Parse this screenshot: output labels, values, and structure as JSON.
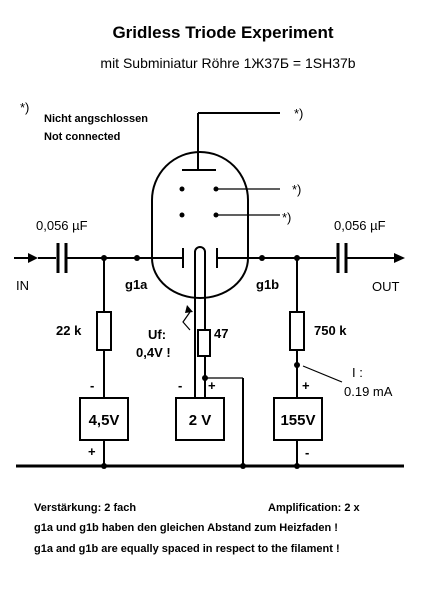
{
  "title": "Gridless Triode Experiment",
  "subtitle": "mit Subminiatur Röhre 1Ж37Б  =  1SH37b",
  "note": {
    "marker": "*)",
    "de": "Nicht angschlossen",
    "en": "Not connected"
  },
  "capacitor_in": {
    "value": "0,056 µF"
  },
  "capacitor_out": {
    "value": "0,056 µF"
  },
  "io": {
    "input": "IN",
    "output": "OUT"
  },
  "grids": {
    "g1a": "g1a",
    "g1b": "g1b"
  },
  "resistors": {
    "r_g1a": "22 k",
    "r_filament": "47",
    "r_plate": "750 k"
  },
  "filament": {
    "label": "Uf:",
    "voltage": "0,4V !"
  },
  "current": {
    "label": "I  :",
    "value": "0.19 mA"
  },
  "batteries": {
    "b1": {
      "voltage": "4,5V",
      "top_sign": "-",
      "bottom_sign": "+"
    },
    "b2": {
      "voltage": "2 V",
      "top_sign_left": "-",
      "top_sign_right": "+"
    },
    "b3": {
      "voltage": "155V",
      "top_sign": "+",
      "bottom_sign": "-"
    }
  },
  "footer": {
    "gain_de": "Verstärkung: 2 fach",
    "gain_en": "Amplification: 2 x",
    "line_de": "g1a und g1b haben den gleichen Abstand zum Heizfaden !",
    "line_en": "g1a and g1b are equally spaced in respect to the filament !"
  }
}
